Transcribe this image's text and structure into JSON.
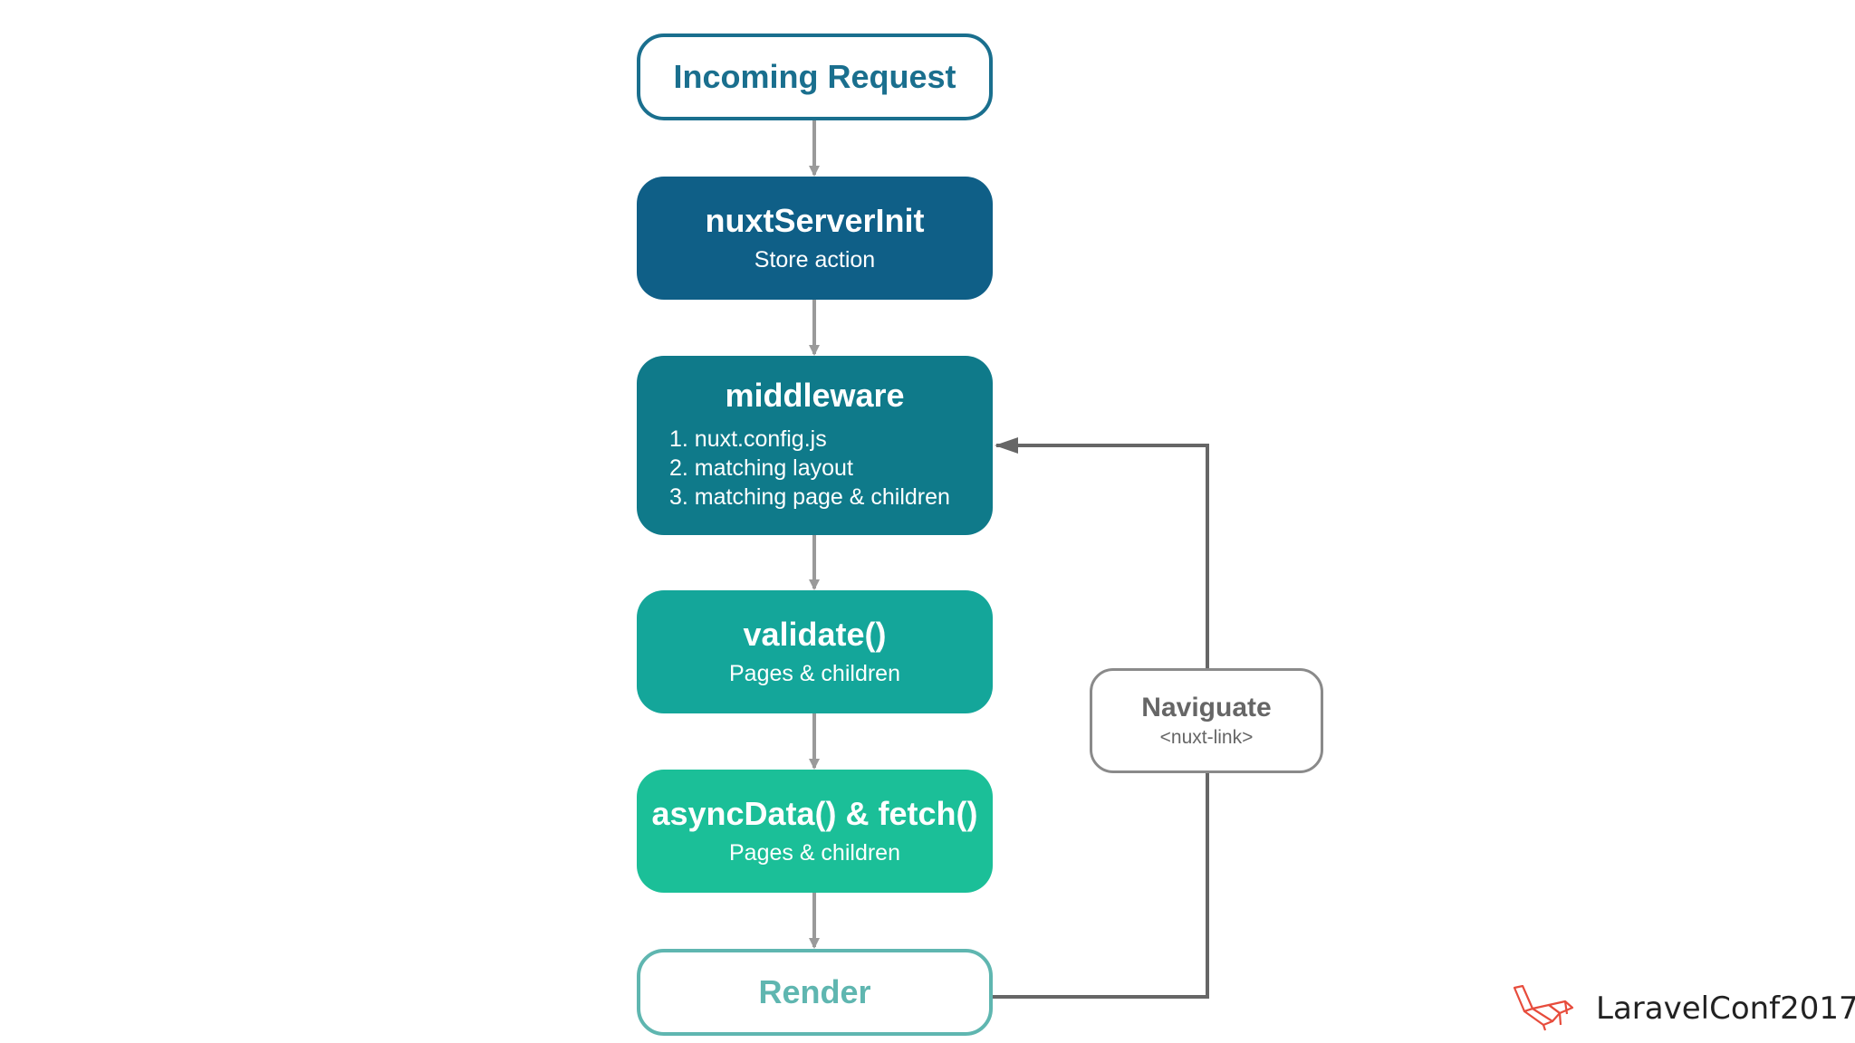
{
  "colors": {
    "incoming": "#1a6f8e",
    "nuxt_server_init": "#0f5f87",
    "middleware": "#0f7a8a",
    "validate": "#14a69a",
    "async_data": "#1bbf98",
    "render": "#5fb6b0",
    "navigate": "#8a8a8a",
    "connector": "#9a9a9a",
    "loop_connector": "#666666",
    "brand_logo": "#e74c3c"
  },
  "nodes": {
    "incoming": {
      "title": "Incoming Request"
    },
    "nuxt_server_init": {
      "title": "nuxtServerInit",
      "subtitle": "Store action"
    },
    "middleware": {
      "title": "middleware",
      "steps": [
        "1. nuxt.config.js",
        "2. matching layout",
        "3. matching page & children"
      ]
    },
    "validate": {
      "title": "validate()",
      "subtitle": "Pages & children"
    },
    "async_data": {
      "title": "asyncData() & fetch()",
      "subtitle": "Pages & children"
    },
    "render": {
      "title": "Render"
    },
    "navigate": {
      "title": "Naviguate",
      "subtitle": "<nuxt-link>"
    }
  },
  "brand": {
    "logo_icon": "laravel-logo-icon",
    "text": "LaravelConf2017"
  }
}
